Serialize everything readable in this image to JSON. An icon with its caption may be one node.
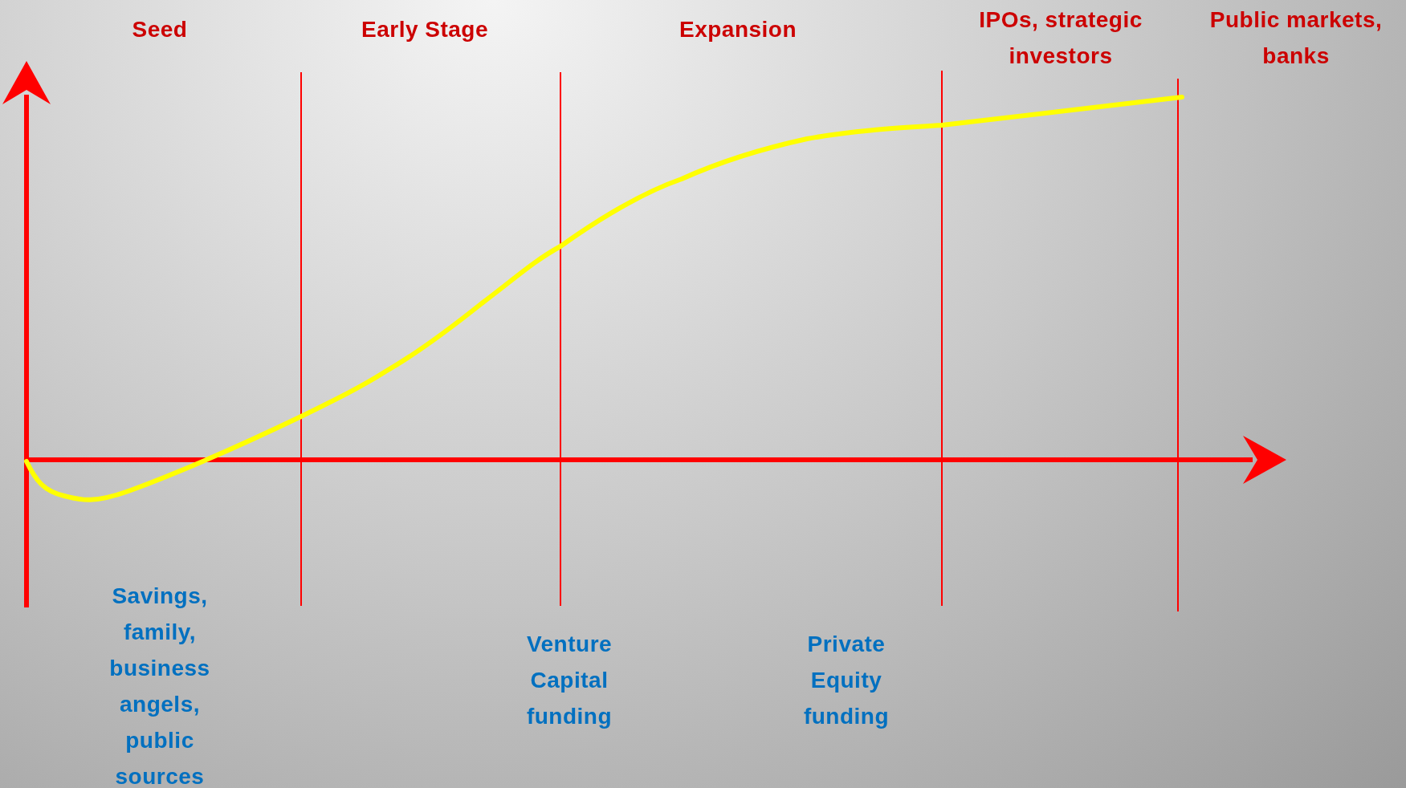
{
  "diagram": {
    "labels": [
      "Seed",
      "Early Stage",
      "Expansion",
      "IPOs, strategic investors",
      "Public markets, banks",
      "Savings, family, business angels, public sources",
      "Venture Capital funding",
      "Private Equity funding"
    ]
  }
}
